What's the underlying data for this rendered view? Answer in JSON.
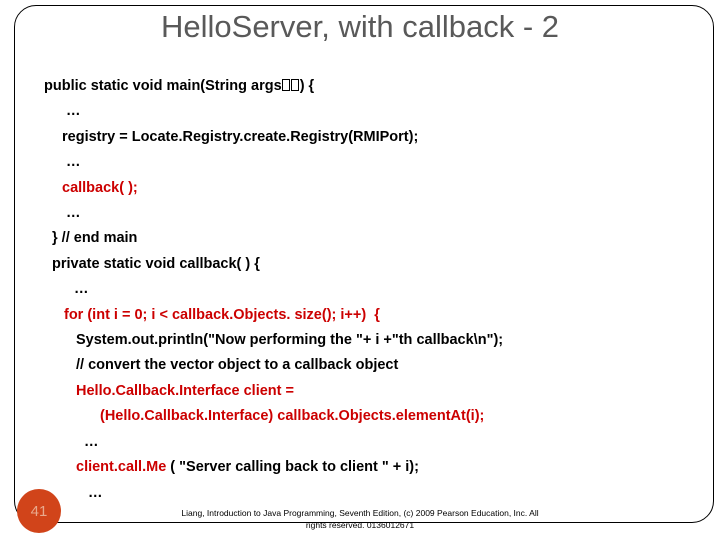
{
  "slide": {
    "title": "HelloServer, with callback - 2",
    "page_number": "41",
    "footer_line_1": "Liang, Introduction to Java Programming, Seventh Edition, (c) 2009 Pearson Education, Inc. All",
    "footer_line_2": "rights reserved. 0136012671",
    "colors": {
      "title_gray": "#595959",
      "code_red": "#CC0000",
      "code_black": "#000000",
      "badge_fill": "#D1441A",
      "badge_text": "#E8A98D",
      "frame_border": "#000000",
      "background": "#FFFFFF"
    }
  },
  "code": {
    "lines": [
      {
        "indent": 0,
        "segments": [
          {
            "text": "public static void main(String args",
            "color": "black"
          },
          {
            "text": "[]",
            "color": "black",
            "glyph": "tofu"
          },
          {
            "text": ") {",
            "color": "black"
          }
        ]
      },
      {
        "indent": 22,
        "segments": [
          {
            "text": "…",
            "color": "black"
          }
        ]
      },
      {
        "indent": 18,
        "segments": [
          {
            "text": "registry = Locate.Registry.create.Registry(RMIPort);",
            "color": "black"
          }
        ]
      },
      {
        "indent": 22,
        "segments": [
          {
            "text": "…",
            "color": "black"
          }
        ]
      },
      {
        "indent": 18,
        "segments": [
          {
            "text": "callback( );",
            "color": "red"
          }
        ]
      },
      {
        "indent": 22,
        "segments": [
          {
            "text": "…",
            "color": "black"
          }
        ]
      },
      {
        "indent": 8,
        "segments": [
          {
            "text": "} // end main",
            "color": "black"
          }
        ]
      },
      {
        "indent": 8,
        "segments": [
          {
            "text": "private static void callback( ) {",
            "color": "black"
          }
        ]
      },
      {
        "indent": 30,
        "segments": [
          {
            "text": "…",
            "color": "black"
          }
        ]
      },
      {
        "indent": 20,
        "segments": [
          {
            "text": "for (int i = 0; i < callback.Objects. size(); i++)  {",
            "color": "red"
          }
        ]
      },
      {
        "indent": 32,
        "segments": [
          {
            "text": "System.out.println(\"Now performing the \"+ i +\"th callback\\n\");",
            "color": "black"
          }
        ]
      },
      {
        "indent": 32,
        "segments": [
          {
            "text": "// convert the vector object to a callback object",
            "color": "black"
          }
        ]
      },
      {
        "indent": 32,
        "segments": [
          {
            "text": "Hello.Callback.Interface client =",
            "color": "red"
          }
        ]
      },
      {
        "indent": 56,
        "segments": [
          {
            "text": "(Hello.Callback.Interface) callback.Objects.elementAt(i);",
            "color": "red"
          }
        ]
      },
      {
        "indent": 40,
        "segments": [
          {
            "text": "…",
            "color": "black"
          }
        ]
      },
      {
        "indent": 32,
        "segments": [
          {
            "text": "client.call.Me ",
            "color": "red"
          },
          {
            "text": "( \"Server calling back to client \" + i);",
            "color": "black"
          }
        ]
      },
      {
        "indent": 44,
        "segments": [
          {
            "text": "…",
            "color": "black"
          }
        ]
      }
    ]
  }
}
